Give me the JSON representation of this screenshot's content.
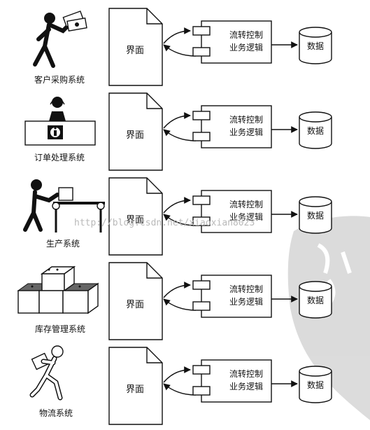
{
  "rows": [
    {
      "system_label": "客户采购系统",
      "figure_icon": "buyer-with-money-icon",
      "ui_label": "界面",
      "logic_label_line1": "流转控制",
      "logic_label_line2": "业务逻辑",
      "data_label": "数据"
    },
    {
      "system_label": "订单处理系统",
      "figure_icon": "order-desk-operator-icon",
      "ui_label": "界面",
      "logic_label_line1": "流转控制",
      "logic_label_line2": "业务逻辑",
      "data_label": "数据"
    },
    {
      "system_label": "生产系统",
      "figure_icon": "conveyor-worker-icon",
      "ui_label": "界面",
      "logic_label_line1": "流转控制",
      "logic_label_line2": "业务逻辑",
      "data_label": "数据"
    },
    {
      "system_label": "库存管理系统",
      "figure_icon": "stacked-boxes-icon",
      "ui_label": "界面",
      "logic_label_line1": "流转控制",
      "logic_label_line2": "业务逻辑",
      "data_label": "数据"
    },
    {
      "system_label": "物流系统",
      "figure_icon": "carrier-person-icon",
      "ui_label": "界面",
      "logic_label_line1": "流转控制",
      "logic_label_line2": "业务逻辑",
      "data_label": "数据"
    }
  ],
  "watermark": "http://blog.csdn.net/xiaoxian8023"
}
